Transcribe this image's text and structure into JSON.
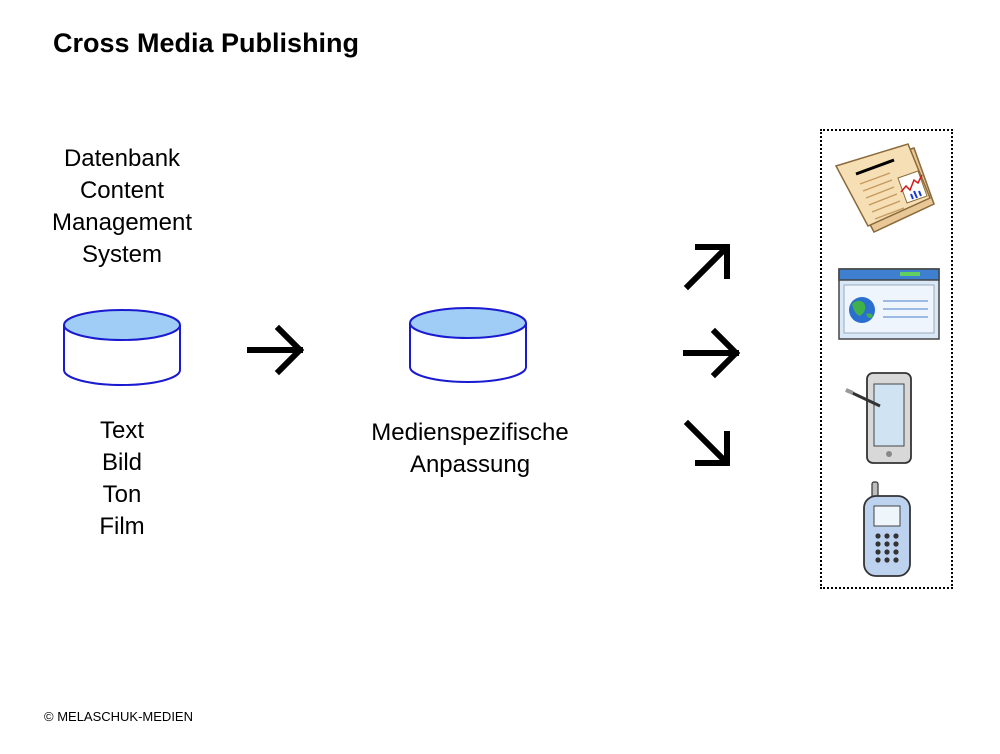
{
  "title": "Cross Media Publishing",
  "cms": {
    "lines": [
      "Datenbank",
      "Content",
      "Management",
      "System"
    ]
  },
  "media_types": [
    "Text",
    "Bild",
    "Ton",
    "Film"
  ],
  "adaptation": {
    "lines": [
      "Medienspezifische",
      "Anpassung"
    ]
  },
  "outputs": [
    {
      "icon": "newspaper-icon"
    },
    {
      "icon": "web-browser-icon"
    },
    {
      "icon": "tablet-icon"
    },
    {
      "icon": "mobile-phone-icon"
    }
  ],
  "footer": {
    "copyright": "© MELASCHUK-MEDIEN"
  },
  "colors": {
    "cylinder_fill": "#9fcdf5",
    "cylinder_stroke": "#1a1ad0"
  }
}
